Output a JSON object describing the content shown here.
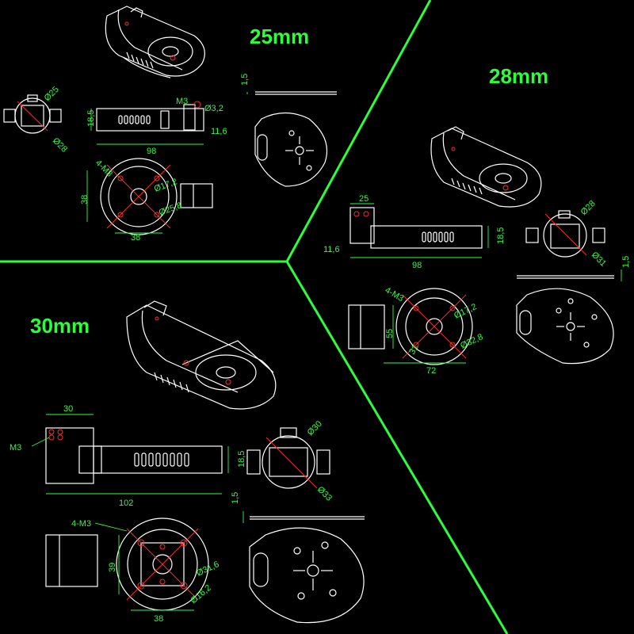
{
  "sections": {
    "s25": {
      "title": "25mm",
      "labels": {
        "m3": "M3",
        "h": "18,5",
        "d1": "Ø25",
        "d2": "Ø28",
        "len": "98",
        "hole": "Ø3,2",
        "off": "11,6",
        "thick": "1,5",
        "m34": "4-M3",
        "sq": "38",
        "sq2": "38",
        "c1": "Ø17,2",
        "c2": "Ø25,8"
      }
    },
    "s28": {
      "title": "28mm",
      "labels": {
        "w": "25",
        "off": "11,6",
        "len": "98",
        "h": "18,5",
        "d1": "Ø28",
        "d2": "Ø31",
        "thick": "1,5",
        "m34": "4-M3",
        "sq": "55",
        "sq2": "72",
        "c1": "Ø17,2",
        "c2": "Ø32,8",
        "c3": "31"
      }
    },
    "s30": {
      "title": "30mm",
      "labels": {
        "w": "30",
        "m3": "M3",
        "h": "18,5",
        "len": "102",
        "d1": "Ø30",
        "d2": "Ø33",
        "thick": "1,5",
        "m34": "4-M3",
        "sq": "39",
        "sq2": "38",
        "c1": "Ø31,6",
        "c2": "Ø16,2"
      }
    }
  },
  "colors": {
    "background": "#000000",
    "accent": "#2bff3a",
    "lines": "#ffffff",
    "marks": "#ff2b2b"
  }
}
